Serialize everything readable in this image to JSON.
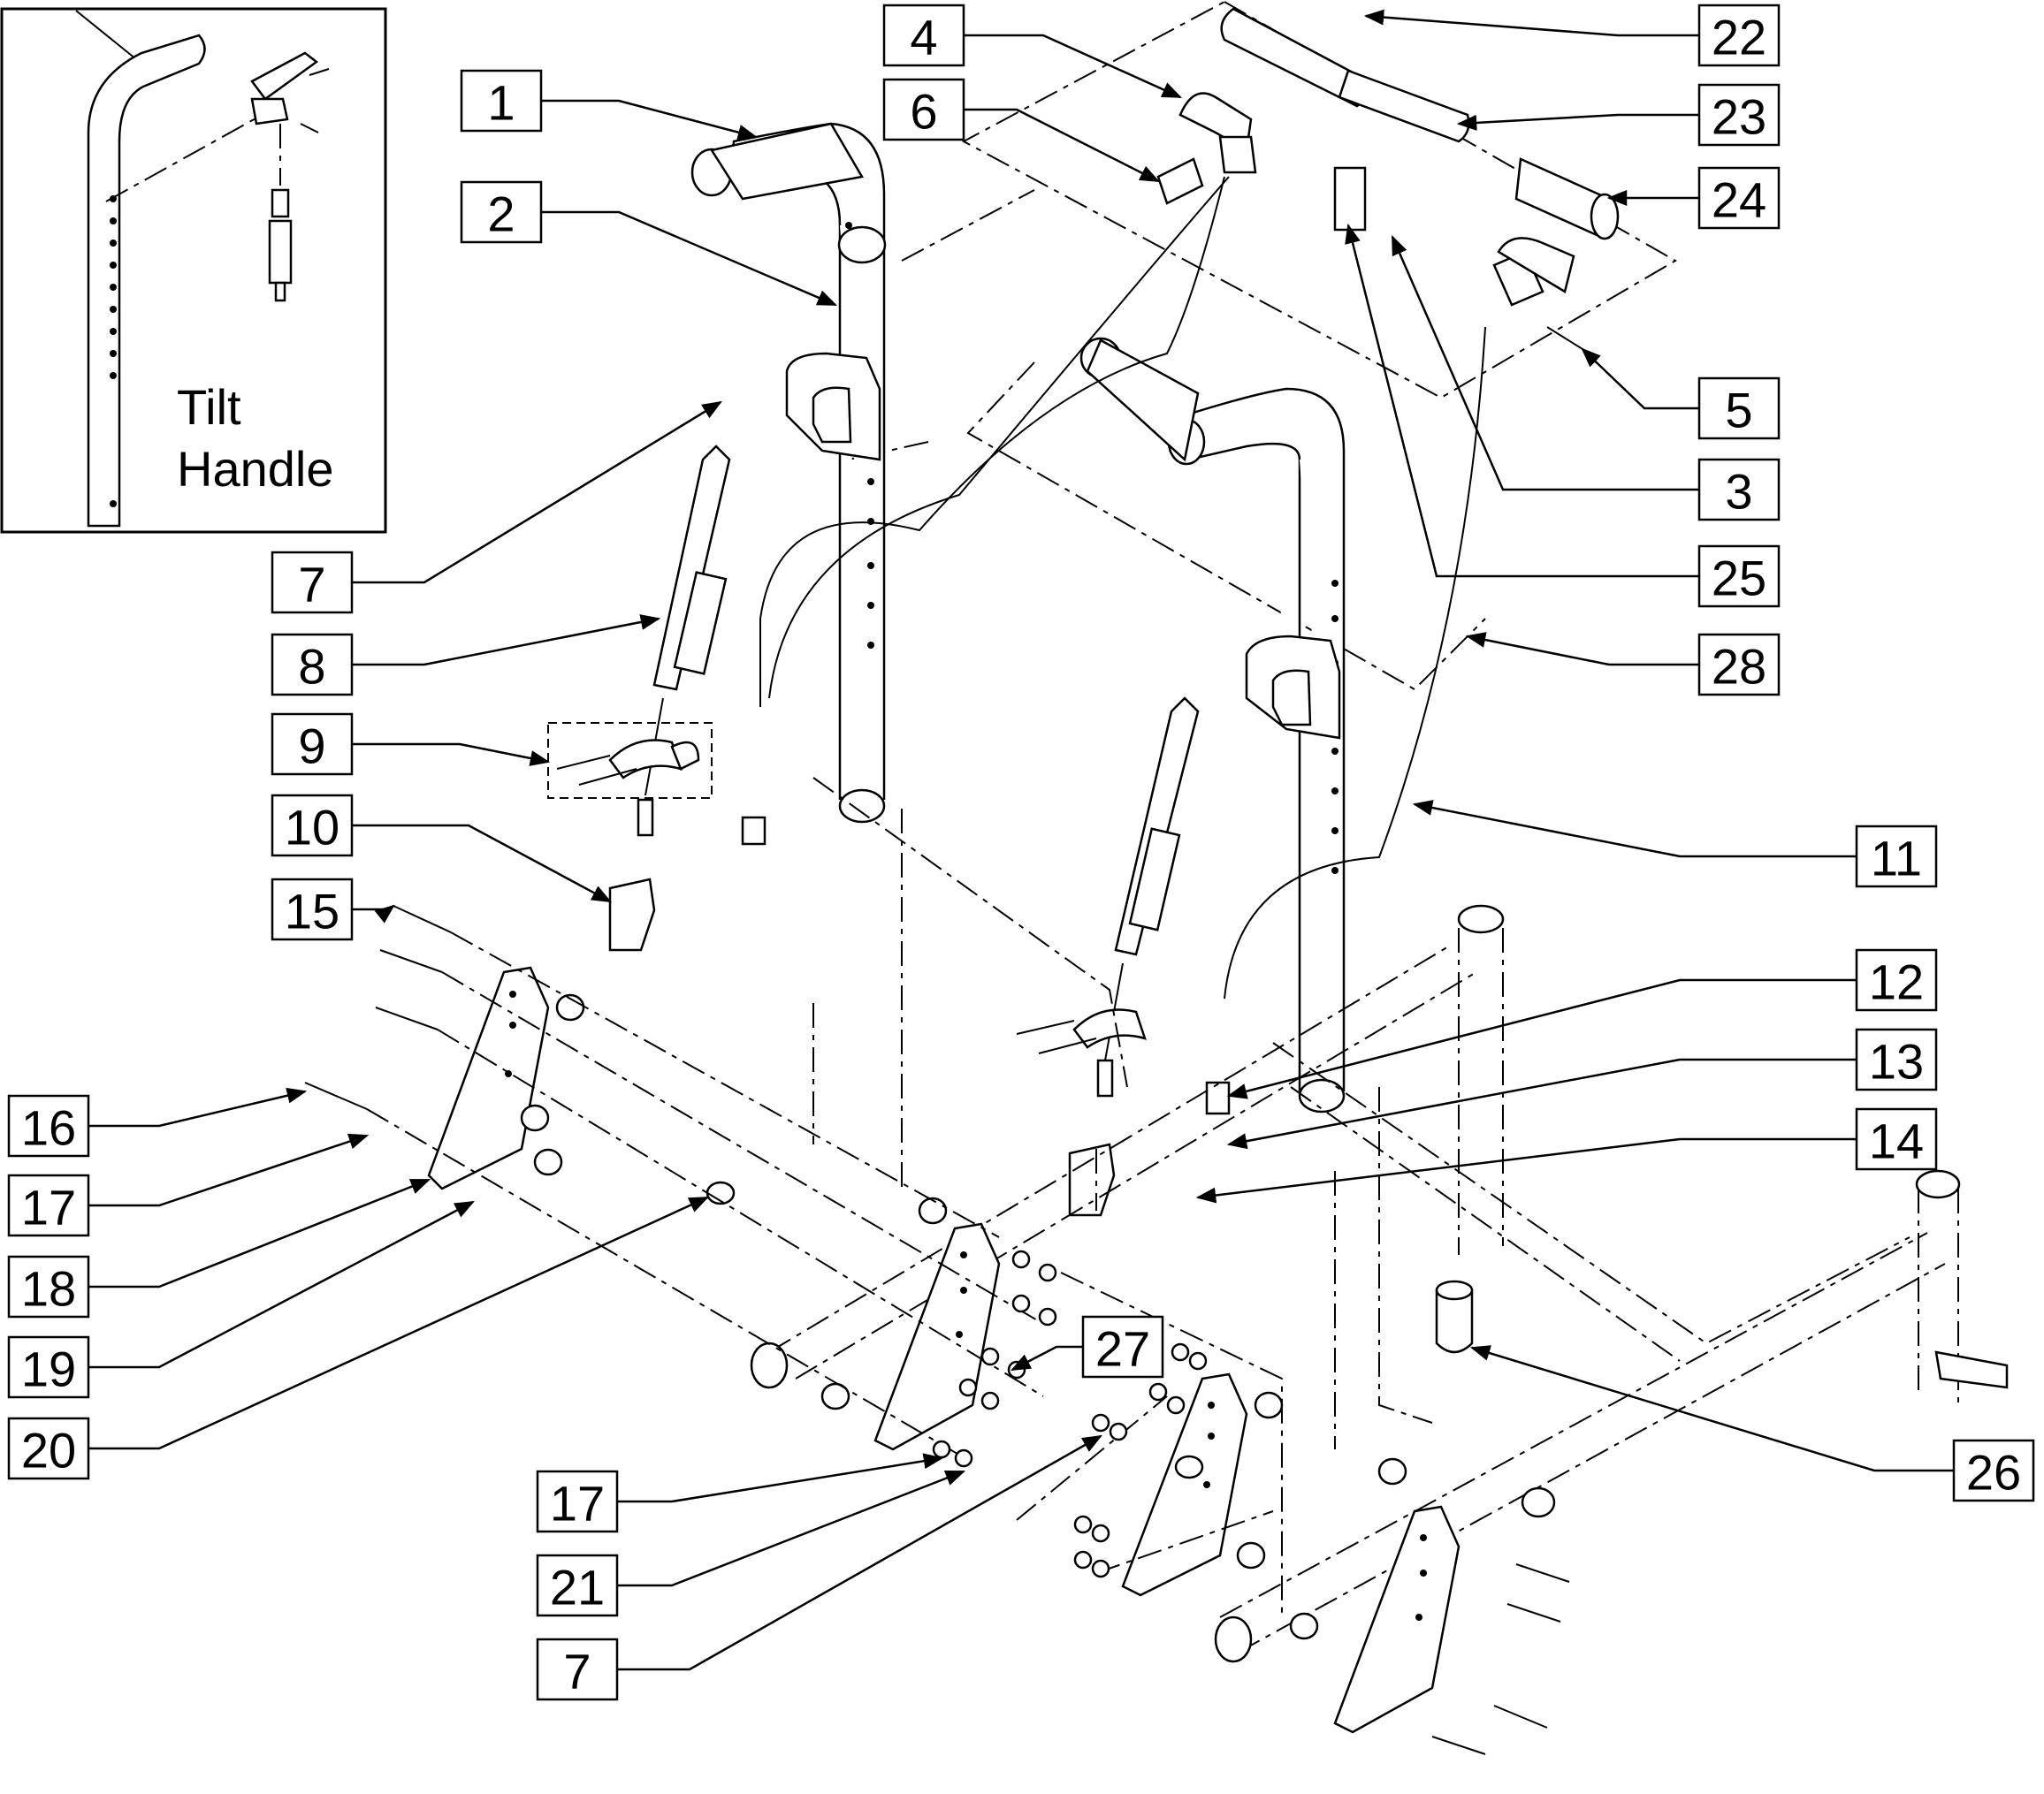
{
  "inset": {
    "title_line1": "Tilt",
    "title_line2": "Handle"
  },
  "callouts": [
    {
      "id": "c1",
      "label": "1"
    },
    {
      "id": "c2",
      "label": "2"
    },
    {
      "id": "c4",
      "label": "4"
    },
    {
      "id": "c6",
      "label": "6"
    },
    {
      "id": "c22",
      "label": "22"
    },
    {
      "id": "c23",
      "label": "23"
    },
    {
      "id": "c24",
      "label": "24"
    },
    {
      "id": "c5",
      "label": "5"
    },
    {
      "id": "c3",
      "label": "3"
    },
    {
      "id": "c25",
      "label": "25"
    },
    {
      "id": "c28",
      "label": "28"
    },
    {
      "id": "c7a",
      "label": "7"
    },
    {
      "id": "c8",
      "label": "8"
    },
    {
      "id": "c9",
      "label": "9"
    },
    {
      "id": "c10",
      "label": "10"
    },
    {
      "id": "c15",
      "label": "15"
    },
    {
      "id": "c11",
      "label": "11"
    },
    {
      "id": "c12",
      "label": "12"
    },
    {
      "id": "c13",
      "label": "13"
    },
    {
      "id": "c14",
      "label": "14"
    },
    {
      "id": "c16",
      "label": "16"
    },
    {
      "id": "c17a",
      "label": "17"
    },
    {
      "id": "c18",
      "label": "18"
    },
    {
      "id": "c19",
      "label": "19"
    },
    {
      "id": "c20",
      "label": "20"
    },
    {
      "id": "c27",
      "label": "27"
    },
    {
      "id": "c17b",
      "label": "17"
    },
    {
      "id": "c21",
      "label": "21"
    },
    {
      "id": "c7b",
      "label": "7"
    },
    {
      "id": "c26",
      "label": "26"
    }
  ]
}
